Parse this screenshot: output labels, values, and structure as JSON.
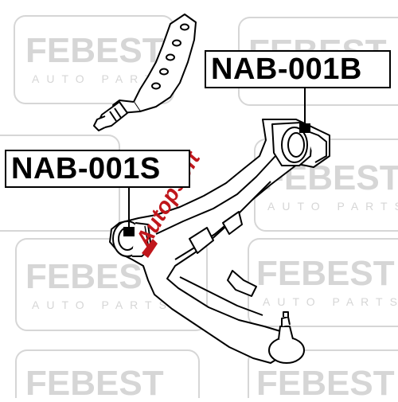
{
  "watermark": {
    "brand": "FEBEST",
    "sub": "AUTO PARTS"
  },
  "overlay_logo": {
    "text": "Autopsoft",
    "color": "#c0161b"
  },
  "callouts": {
    "top_right": "NAB-001B",
    "left": "NAB-001S"
  },
  "colors": {
    "line": "#000000",
    "watermark": "#d6d6d6",
    "background": "#ffffff"
  }
}
